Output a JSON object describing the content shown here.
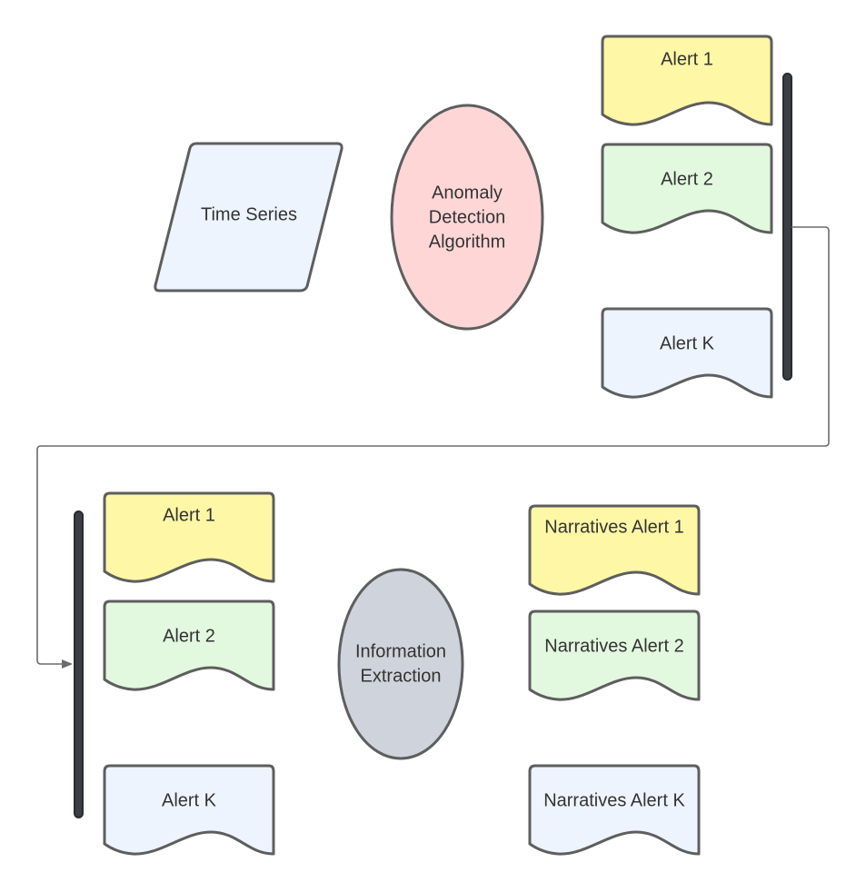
{
  "colors": {
    "yellow": "#fdf7a6",
    "green": "#e2f9df",
    "blue": "#edf4fe",
    "pink": "#ffd6d6",
    "gray": "#cfd3db",
    "stroke": "#5e5e5e",
    "bar": "#3b3e42"
  },
  "input": {
    "label": "Time Series",
    "shape": "parallelogram"
  },
  "algorithm": {
    "lines": [
      "Anomaly",
      "Detection",
      "Algorithm"
    ],
    "shape": "ellipse"
  },
  "alerts_top": [
    {
      "label": "Alert 1",
      "color": "yellow"
    },
    {
      "label": "Alert 2",
      "color": "green"
    },
    {
      "label": "Alert K",
      "color": "blue"
    }
  ],
  "alerts_bottom": [
    {
      "label": "Alert 1",
      "color": "yellow"
    },
    {
      "label": "Alert 2",
      "color": "green"
    },
    {
      "label": "Alert K",
      "color": "blue"
    }
  ],
  "extraction": {
    "lines": [
      "Information",
      "Extraction"
    ],
    "shape": "ellipse"
  },
  "narratives": [
    {
      "label": "Narratives Alert 1",
      "color": "yellow"
    },
    {
      "label": "Narratives Alert 2",
      "color": "green"
    },
    {
      "label": "Narratives Alert K",
      "color": "blue"
    }
  ]
}
